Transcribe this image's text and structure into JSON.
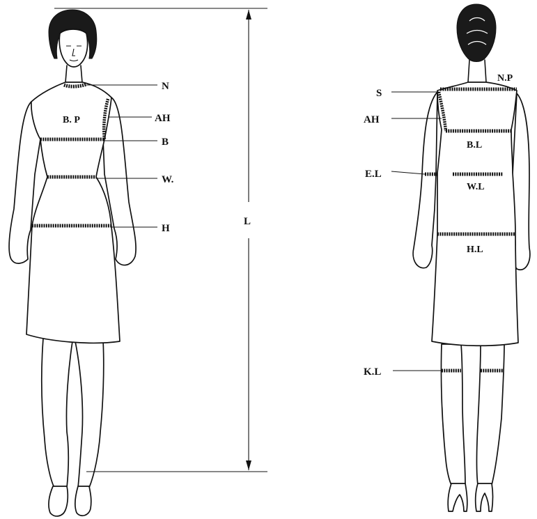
{
  "front_figure": {
    "labels": {
      "neck": "N",
      "bust_point": "B. P",
      "armhole": "AH",
      "bust": "B",
      "waist": "W.",
      "hip": "H",
      "length": "L"
    }
  },
  "back_figure": {
    "labels": {
      "neck_point": "N.P",
      "shoulder": "S",
      "armhole": "AH",
      "bust_line": "B.L",
      "elbow_line": "E.L",
      "waist_line": "W.L",
      "hip_line": "H.L",
      "knee_line": "K.L"
    }
  }
}
